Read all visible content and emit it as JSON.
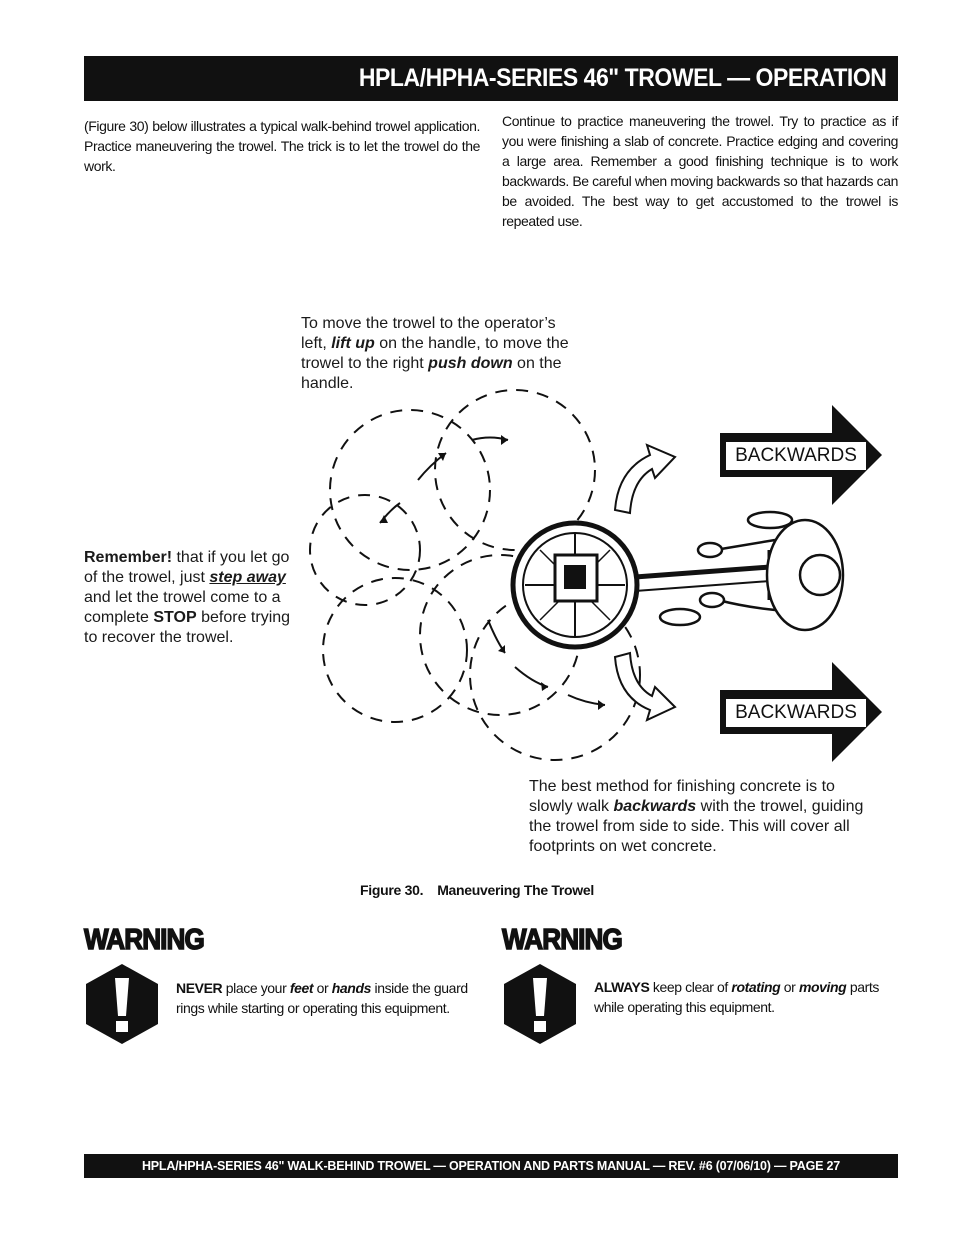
{
  "header": {
    "title": "HPLA/HPHA-SERIES 46\" TROWEL — OPERATION"
  },
  "intro": {
    "left": "(Figure 30) below illustrates a typical walk-behind trowel application. Practice maneuvering the trowel. The trick is to let the trowel do the work.",
    "right": "Continue to practice maneuvering the trowel. Try to practice as if you were finishing a slab of concrete. Practice edging and covering a large area. Remember a good finishing technique is to work backwards. Be careful when moving backwards so that hazards can be avoided. The best way to get accustomed to the trowel is repeated use."
  },
  "callout_top": {
    "l1": "To move the trowel to the operator’s",
    "l2a": "left, ",
    "l2b": "lift up",
    "l2c": " on the handle, to move the",
    "l3a": "trowel to the right ",
    "l3b": "push down",
    "l3c": " on the",
    "l4": "handle."
  },
  "callout_left": {
    "l1a": "Remember!",
    "l1b": " that if you let go",
    "l2a": "of the trowel, just ",
    "l2b": "step away",
    "l3": "and let the trowel come to a",
    "l4a": "complete ",
    "l4b": "STOP",
    "l4c": " before trying",
    "l5": "to recover the trowel."
  },
  "callout_bottom": {
    "l1": "The best method for finishing concrete is to",
    "l2a": "slowly walk ",
    "l2b": "backwards",
    "l2c": " with the trowel, guiding",
    "l3": "the trowel from side to side. This will cover all",
    "l4": "footprints on wet concrete."
  },
  "arrows": {
    "top": "BACKWARDS",
    "bottom": "BACKWARDS"
  },
  "figure_caption": {
    "number": "Figure 30.",
    "text": "Maneuvering The Trowel"
  },
  "warnings": [
    {
      "title": "WARNING",
      "a": "NEVER",
      "b": " place your ",
      "c": "feet",
      "d": " or ",
      "e": "hands",
      "f": " inside the guard rings while starting or operating this equipment."
    },
    {
      "title": "WARNING",
      "a": "ALWAYS",
      "b": "  keep clear of ",
      "c": "rotating",
      "d": " or ",
      "e": "moving",
      "f": " parts while operating this equipment."
    }
  ],
  "footer": {
    "text": "HPLA/HPHA-SERIES 46\"  WALK-BEHIND TROWEL — OPERATION AND PARTS MANUAL — REV. #6 (07/06/10) — PAGE 27"
  },
  "colors": {
    "ink": "#111111",
    "paper": "#ffffff"
  }
}
